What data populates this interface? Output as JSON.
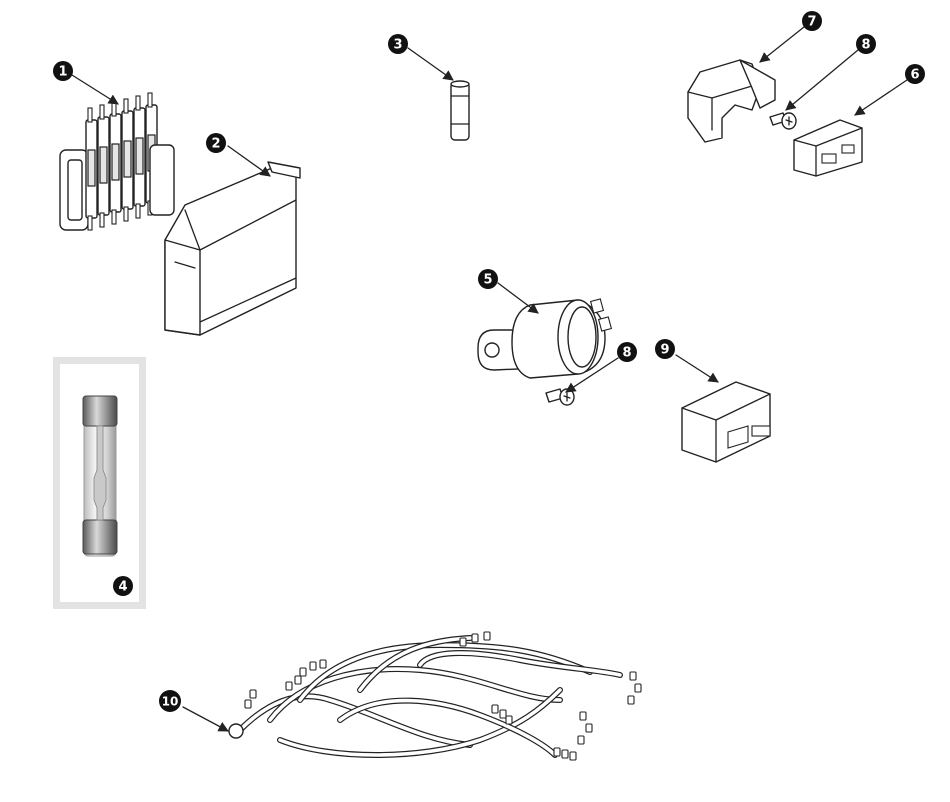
{
  "figure": {
    "callouts": [
      {
        "id": "c1",
        "label": "1"
      },
      {
        "id": "c2",
        "label": "2"
      },
      {
        "id": "c3",
        "label": "3"
      },
      {
        "id": "c4",
        "label": "4"
      },
      {
        "id": "c5",
        "label": "5"
      },
      {
        "id": "c6",
        "label": "6"
      },
      {
        "id": "c7",
        "label": "7"
      },
      {
        "id": "c8a",
        "label": "8"
      },
      {
        "id": "c8b",
        "label": "8"
      },
      {
        "id": "c9",
        "label": "9"
      },
      {
        "id": "c10",
        "label": "10"
      }
    ],
    "colors": {
      "ink": "#111111",
      "panel": "#e3e3e3",
      "background": "#ffffff"
    }
  }
}
